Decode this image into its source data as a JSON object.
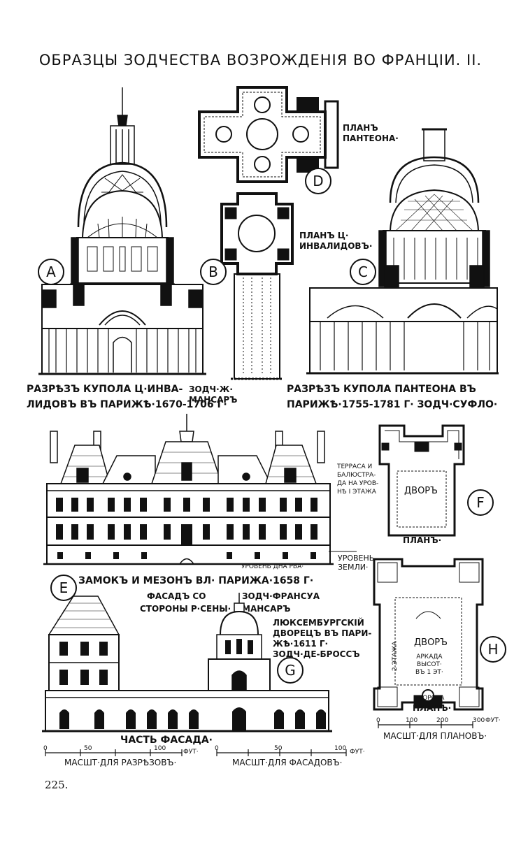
{
  "page": {
    "title": "ОБРАЗЦЫ ЗОДЧЕСТВА ВОЗРОЖДЕНІЯ ВО ФРАНЦІИ. II.",
    "page_number": "225."
  },
  "figures": {
    "A": {
      "letter": "A",
      "caption_line1": "РАЗРѢЗЪ КУПОЛА Ц·ИНВА-",
      "caption_line2": "ЛИДОВЪ ВЪ ПАРИЖѢ·1670-1706 Г·",
      "architect": "ЗОДЧ·Ж·\nМАНСАРЪ"
    },
    "B": {
      "letter": "B",
      "label": "ПЛАНЪ Ц·\nИНВАЛИДОВЪ·"
    },
    "C": {
      "letter": "C",
      "caption_line1": "РАЗРѢЗЪ КУПОЛА ПАНТЕОНА ВЪ",
      "caption_line2": "ПАРИЖѢ·1755-1781 Г· ЗОДЧ·СУФЛО·"
    },
    "D": {
      "letter": "D",
      "label": "ПЛАНЪ\nПАНТЕОНА·"
    },
    "E": {
      "letter": "E",
      "caption_line1": "ЗАМОКЪ И МЕЗОНЪ ВЛ· ПАРИЖА·1658 Г·",
      "caption_line2": "ФАСАДЪ СО",
      "caption_line3": "СТОРОНЫ Р·СЕНЫ·",
      "architect": "ЗОДЧ·ФРАНСУА\nМАНСАРЪ",
      "level_label": "УРОВЕНЬ\nЗЕМЛИ·",
      "floor_level": "УРОВЕНЬ ДНА РВА·"
    },
    "F": {
      "letter": "F",
      "terrace_note": "ТЕРРАСА И\nБАЛЮСТРА-\nДА НА УРОВ-\nНѢ I ЭТАЖА",
      "court": "ДВОРЪ",
      "plan": "ПЛАНЪ·"
    },
    "G": {
      "letter": "G",
      "label": "ЛЮКСЕМБУРГСКІЙ\nДВОРЕЦЪ ВЪ ПАРИ-\nЖѢ·1611 Г·\nЗОДЧ·ДЕ-БРОССЪ",
      "facade_caption": "ЧАСТЬ ФАСАДА·"
    },
    "H": {
      "letter": "H",
      "court": "ДВОРЪ",
      "arcade": "АРКАДА\nВЫСОТ·\nВЪ 1 ЭТ·",
      "floors": "2 ЭТАЖА",
      "gate": "ВОРОТА",
      "plan": "ПЛАНЪ·"
    }
  },
  "scales": {
    "sections": {
      "ticks": [
        "0",
        "50",
        "100"
      ],
      "unit": "ФУТ·",
      "label": "МАСШТ·ДЛЯ РАЗРѢЗОВЪ·"
    },
    "facades": {
      "ticks": [
        "0",
        "50",
        "100"
      ],
      "unit": "ФУТ·",
      "label": "МАСШТ·ДЛЯ ФАСАДОВЪ·"
    },
    "plans": {
      "ticks": [
        "0",
        "100",
        "200",
        "300"
      ],
      "unit": "ФУТ·",
      "label": "МАСШТ·ДЛЯ ПЛАНОВЪ·"
    }
  }
}
